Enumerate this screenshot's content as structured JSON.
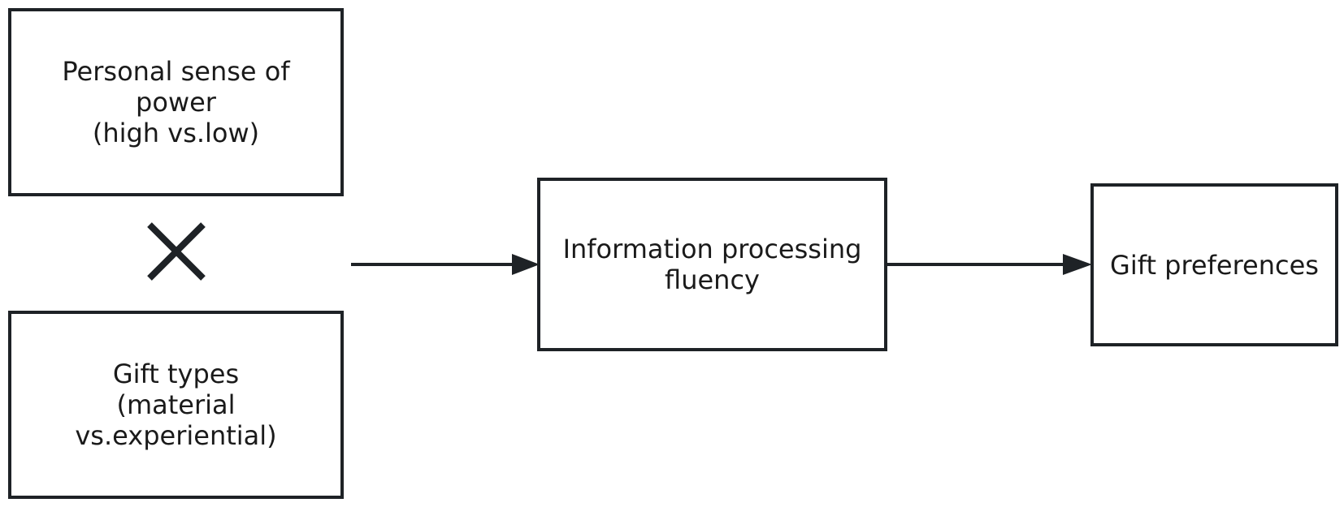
{
  "boxes": {
    "power": {
      "lines": [
        "Personal sense of",
        "power",
        "(high vs.low)"
      ]
    },
    "gift_types": {
      "lines": [
        "Gift types",
        "(material",
        "vs.experiential)"
      ]
    },
    "fluency": {
      "lines": [
        "Information processing",
        "fluency"
      ]
    },
    "preferences": {
      "lines": [
        "Gift preferences"
      ]
    }
  },
  "interaction_symbol": "×",
  "colors": {
    "stroke": "#1e2226",
    "text": "#1a1a1a",
    "background": "#ffffff"
  }
}
